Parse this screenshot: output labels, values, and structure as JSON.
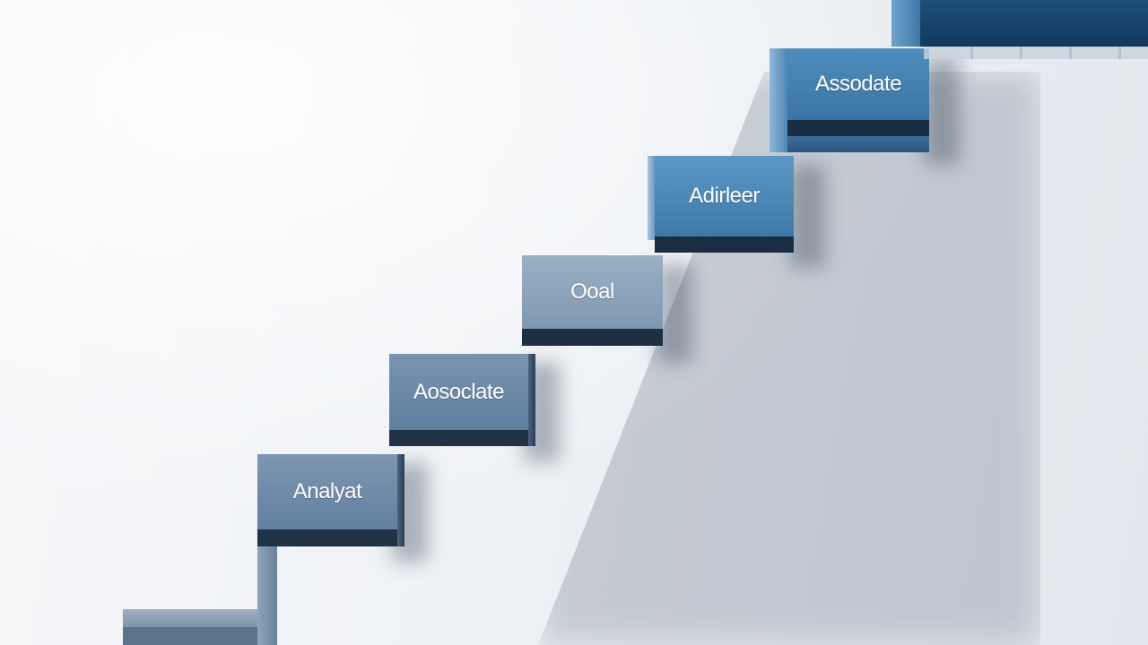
{
  "steps": [
    {
      "label": "Analyat",
      "tone": "slate"
    },
    {
      "label": "Aosoclate",
      "tone": "slate"
    },
    {
      "label": "Ooal",
      "tone": "grey"
    },
    {
      "label": "Adirleer",
      "tone": "blue"
    },
    {
      "label": "Assodate",
      "tone": "blue"
    }
  ],
  "colors": {
    "slate_face": "#6d88a6",
    "grey_face": "#8aa0b6",
    "blue_face": "#4a86b6",
    "dark_base": "#1e3148",
    "top_ledge": "#1f4e78"
  }
}
